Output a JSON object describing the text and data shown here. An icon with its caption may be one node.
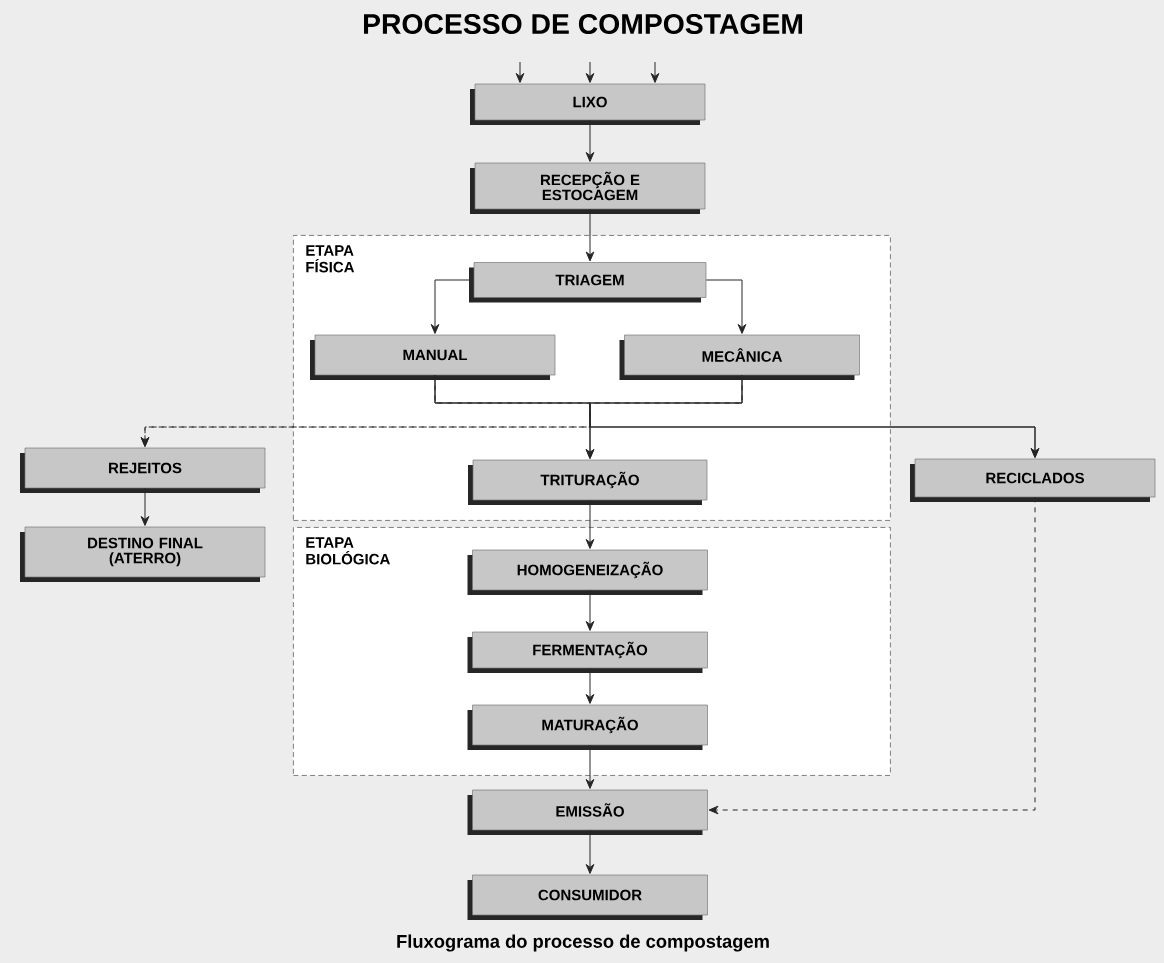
{
  "diagram": {
    "title": "PROCESSO DE COMPOSTAGEM",
    "caption": "Fluxograma do processo de compostagem",
    "nodes": [
      {
        "text": [
          "LIXO"
        ]
      },
      {
        "text": [
          "RECEPÇÃO E ESTOCAGEM"
        ]
      },
      {
        "text": [
          "ETAPA FÍSICA"
        ]
      },
      {
        "text": [
          "TRIAGEM"
        ],
        "in": 2
      },
      {
        "text": [
          "MANUAL"
        ],
        "in": 2
      },
      {
        "text": [
          "MECÂNICA"
        ],
        "in": 2
      },
      {
        "text": [
          "REJEITOS"
        ]
      },
      {
        "text": [
          "TRITURAÇÃO"
        ],
        "in": 2
      },
      {
        "text": [
          "RECICLADOS"
        ]
      },
      {
        "text": [
          "DESTINO FINAL (ATERRO)"
        ]
      },
      {
        "text": [
          "ETAPA BIOLÓGICA"
        ]
      },
      {
        "text": [
          "HOMOGENEIZAÇÃO"
        ],
        "in": 10
      },
      {
        "text": [
          "FERMENTAÇÃO"
        ],
        "in": 10
      },
      {
        "text": [
          "MATURAÇÃO"
        ],
        "in": 10
      },
      {
        "text": [
          "EMISSÃO"
        ]
      },
      {
        "text": [
          "CONSUMIDOR"
        ]
      }
    ],
    "edges": [
      {
        "from": null,
        "to": 0,
        "arrow": "to"
      },
      {
        "from": null,
        "to": 0,
        "arrow": "to"
      },
      {
        "from": null,
        "to": 0,
        "arrow": "to"
      },
      {
        "from": 0,
        "to": 1,
        "arrow": "to"
      },
      {
        "from": 1,
        "to": 3,
        "arrow": "to"
      },
      {
        "from": 3,
        "to": 4,
        "arrow": "to"
      },
      {
        "from": 3,
        "to": 5,
        "arrow": "to"
      },
      {
        "from": 4,
        "to": 6,
        "arrow": "to",
        "style": "dashed"
      },
      {
        "from": 5,
        "to": 6,
        "arrow": "to",
        "style": "dashed"
      },
      {
        "from": 4,
        "to": 7,
        "arrow": "to"
      },
      {
        "from": 5,
        "to": 7,
        "arrow": "to"
      },
      {
        "from": 4,
        "to": 8,
        "arrow": "to"
      },
      {
        "from": 5,
        "to": 8,
        "arrow": "to"
      },
      {
        "from": 6,
        "to": 9,
        "arrow": "to"
      },
      {
        "from": 7,
        "to": 11,
        "arrow": "to"
      },
      {
        "from": 11,
        "to": 12,
        "arrow": "to"
      },
      {
        "from": 12,
        "to": 13,
        "arrow": "to"
      },
      {
        "from": 13,
        "to": 14,
        "arrow": "to"
      },
      {
        "from": 8,
        "to": 14,
        "arrow": "to",
        "style": "dashed"
      },
      {
        "from": 14,
        "to": 15,
        "arrow": "to"
      }
    ]
  }
}
